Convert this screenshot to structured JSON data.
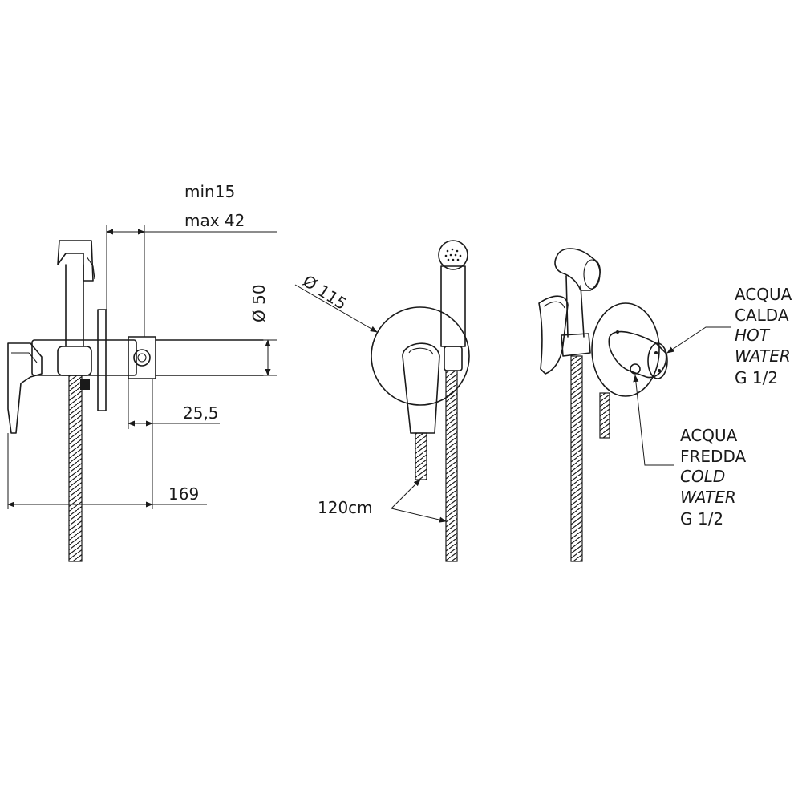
{
  "dimensions": {
    "min_depth": "min15",
    "max_depth": "max 42",
    "diameter_small": "Ø 50",
    "diameter_plate": "Ø 115",
    "offset": "25,5",
    "total_length": "169",
    "hose_length": "120cm"
  },
  "hot_water": {
    "line1": "ACQUA",
    "line2": "CALDA",
    "line3": "HOT",
    "line4": "WATER",
    "thread": "G 1/2"
  },
  "cold_water": {
    "line1": "ACQUA",
    "line2": "FREDDA",
    "line3": "COLD",
    "line4": "WATER",
    "thread": "G 1/2"
  }
}
